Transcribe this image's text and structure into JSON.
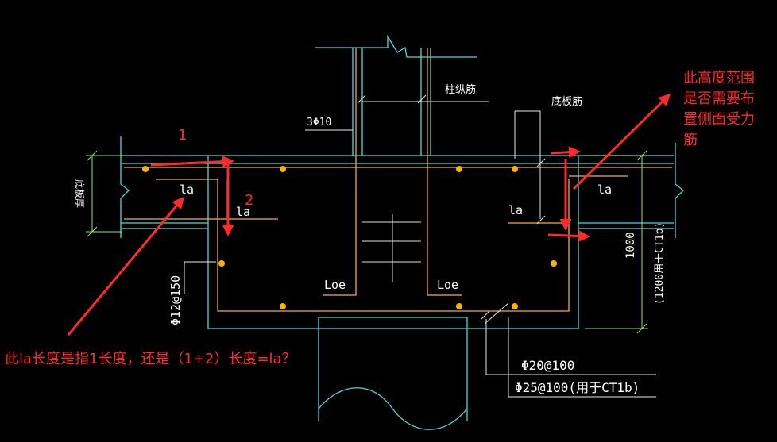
{
  "colors": {
    "background": "#000000",
    "concrete": "#4fd6d6",
    "rebar": "#f0b040",
    "rebar_dot": "#ffb000",
    "dimension": "#9be36a",
    "text": "#ffffff",
    "annotation": "#ff2a2a"
  },
  "labels": {
    "column_bar": "柱纵筋",
    "bottom_slab_bar": "底板筋",
    "stirrup": "3Φ10",
    "slab_thickness": "底板厚",
    "la_left_top": "la",
    "la_left_vertical": "la",
    "la_right_vertical": "la",
    "la_right_top": "la",
    "loe_left": "Loe",
    "loe_right": "Loe",
    "side_bar": "Φ12@150",
    "dim_1000": "1000",
    "dim_1200": "(1200用于CT1b)",
    "bottom_bar_1": "Φ20@100",
    "bottom_bar_2": "Φ25@100(用于CT1b)"
  },
  "annotations": {
    "marker_1": "1",
    "marker_2": "2",
    "question_right": "此高度范围\n是否需要布\n置侧面受力\n筋",
    "question_left": "此la长度是指1长度，还是（1+2）长度=la？"
  }
}
